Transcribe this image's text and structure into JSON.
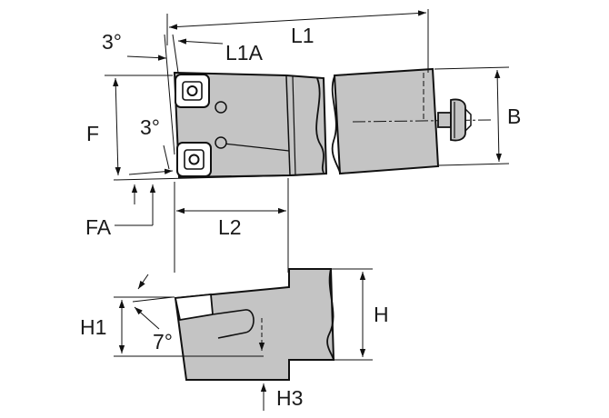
{
  "labels": {
    "angle_top": "3°",
    "l1a": "L1A",
    "l1": "L1",
    "b": "B",
    "f": "F",
    "angle_side": "3°",
    "fa": "FA",
    "l2": "L2",
    "h": "H",
    "h1": "H1",
    "angle_bottom": "7°",
    "h3": "H3"
  },
  "colors": {
    "body_fill": "#c4c4c4",
    "outline": "#111111",
    "insert_fill": "#ffffff"
  }
}
